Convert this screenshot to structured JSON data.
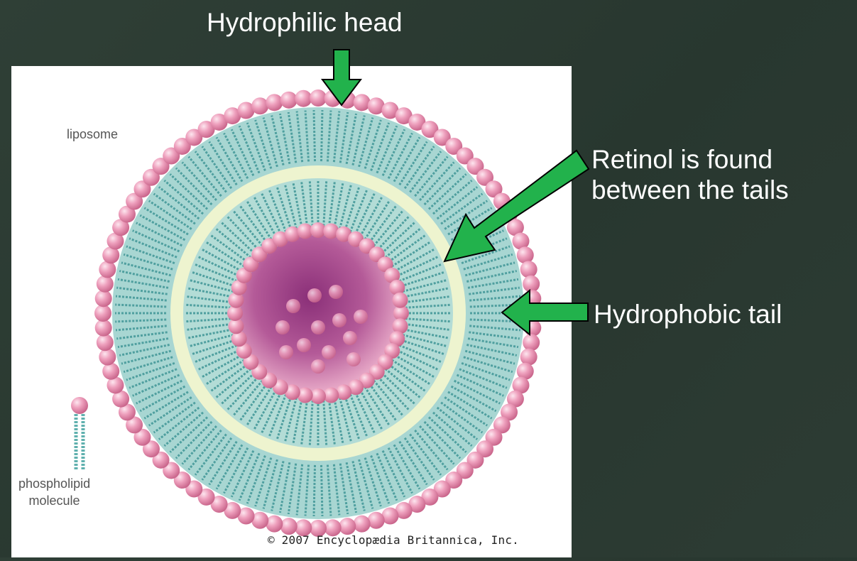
{
  "slide": {
    "labels": {
      "hydrophilic_head": "Hydrophilic head",
      "retinol_line1": "Retinol is found",
      "retinol_line2": "between the tails",
      "hydrophobic_tail": "Hydrophobic tail"
    }
  },
  "figure": {
    "liposome_label": "liposome",
    "phospholipid_line1": "phospholipid",
    "phospholipid_line2": "molecule",
    "copyright": "© 2007 Encyclopædia Britannica, Inc."
  },
  "colors": {
    "background": "#2a3a32",
    "arrow_fill": "#22b24c",
    "head_pink": "#e58aaa",
    "tail_teal": "#5fb0ae",
    "core_purple": "#a04a8c",
    "text": "#ffffff"
  }
}
